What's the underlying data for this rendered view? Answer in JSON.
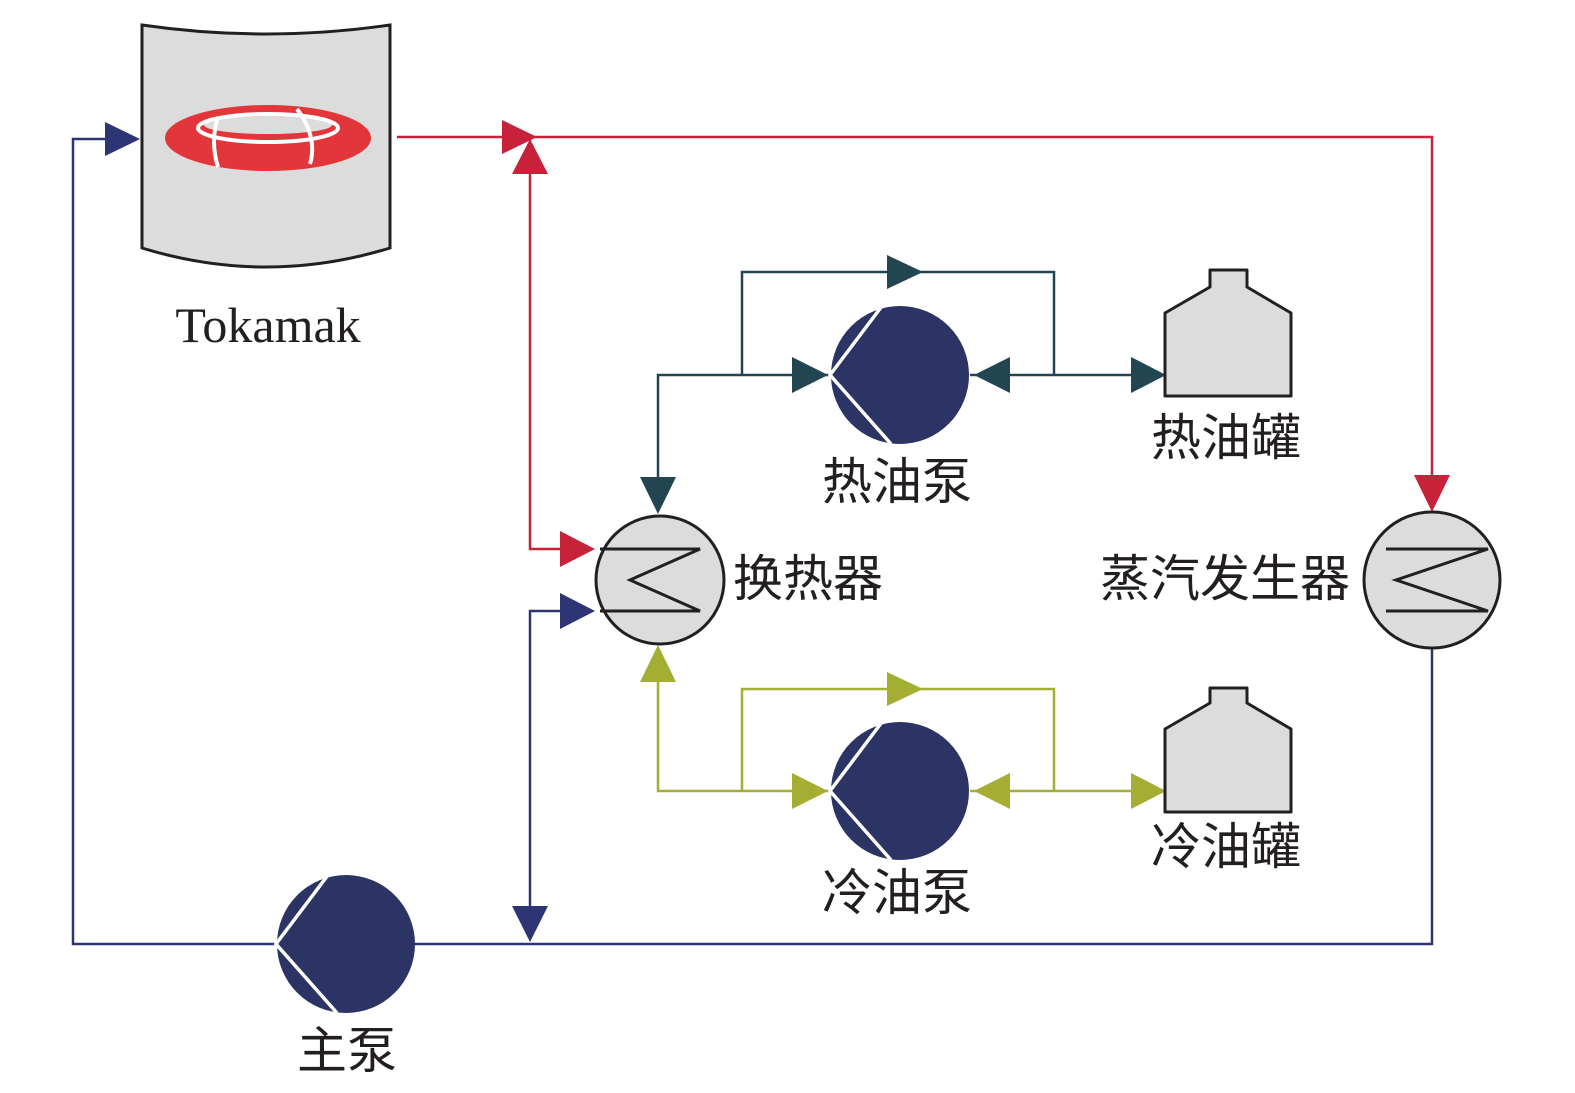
{
  "labels": {
    "tokamak": "Tokamak",
    "hot_oil_pump": "热油泵",
    "hot_oil_tank": "热油罐",
    "heat_exchanger": "换热器",
    "steam_generator": "蒸汽发生器",
    "cold_oil_pump": "冷油泵",
    "cold_oil_tank": "冷油罐",
    "main_pump": "主泵"
  },
  "colors": {
    "hot_primary_loop": "#c8213a",
    "cold_primary_loop": "#2e3575",
    "hot_oil_loop": "#234552",
    "cold_oil_loop": "#a3ae33",
    "pump_fill": "#2c3466",
    "vessel_fill": "#dcdcdc",
    "outline": "#231f20",
    "plasma": "#e3363a"
  }
}
